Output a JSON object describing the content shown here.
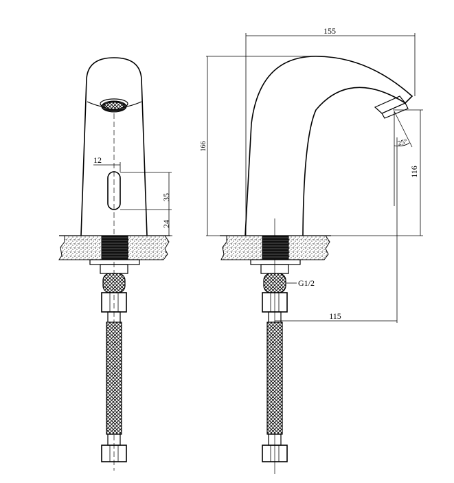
{
  "front_view": {
    "dimensions": {
      "sensor_width": "12",
      "sensor_height": "35",
      "sensor_base": "24"
    }
  },
  "side_view": {
    "dimensions": {
      "reach": "155",
      "height": "166",
      "outlet_height": "116",
      "angle": "25°",
      "thread": "G1/2",
      "inlet_offset": "115"
    }
  }
}
